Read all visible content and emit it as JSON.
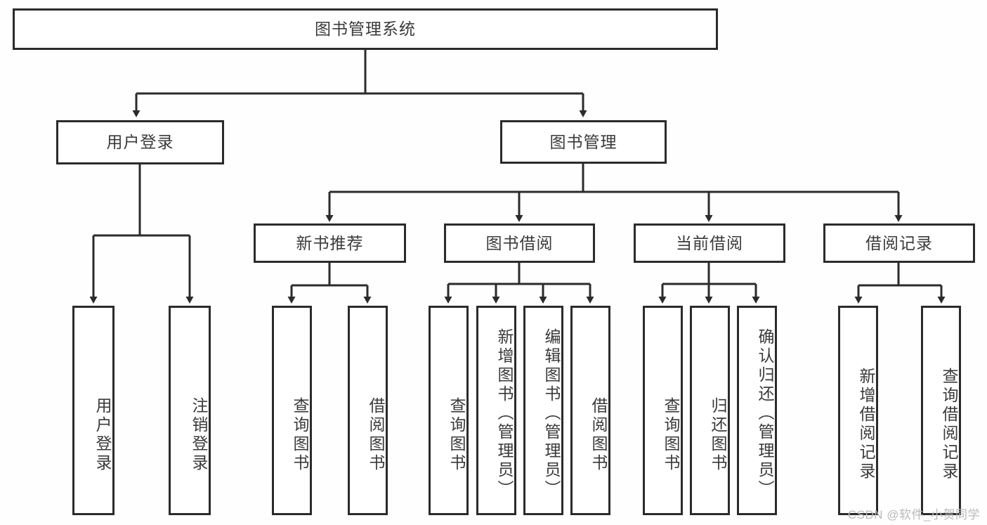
{
  "diagram": {
    "title": "图书管理系统",
    "type": "tree-hierarchy",
    "root": {
      "label": "图书管理系统"
    },
    "level2": [
      {
        "label": "用户登录"
      },
      {
        "label": "图书管理"
      }
    ],
    "level3": [
      {
        "label": "新书推荐",
        "parent": "图书管理"
      },
      {
        "label": "图书借阅",
        "parent": "图书管理"
      },
      {
        "label": "当前借阅",
        "parent": "图书管理"
      },
      {
        "label": "借阅记录",
        "parent": "图书管理"
      }
    ],
    "leaves": {
      "user_login": [
        {
          "label": "用户登录"
        },
        {
          "label": "注销登录"
        }
      ],
      "new_book_recommend": [
        {
          "label": "查询图书"
        },
        {
          "label": "借阅图书"
        }
      ],
      "book_borrow": [
        {
          "label": "查询图书"
        },
        {
          "label": "新增图书（管理员）"
        },
        {
          "label": "编辑图书（管理员）"
        },
        {
          "label": "借阅图书"
        }
      ],
      "current_borrow": [
        {
          "label": "查询图书"
        },
        {
          "label": "归还图书"
        },
        {
          "label": "确认归还（管理员）"
        }
      ],
      "borrow_record": [
        {
          "label": "新增借阅记录"
        },
        {
          "label": "查询借阅记录"
        }
      ]
    },
    "colors": {
      "border": "#2b2b2b",
      "box_fill": "#ffffff",
      "text": "#3a3a3a",
      "canvas": "#fefefe",
      "watermark": "#b9b9b9"
    }
  },
  "watermark": {
    "text": "CSDN @软件_小贺同学"
  }
}
